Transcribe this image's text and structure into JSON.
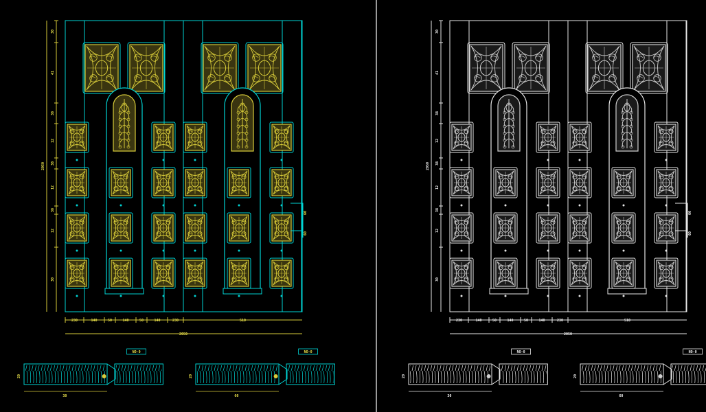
{
  "left_view": {
    "colors": {
      "outline": "#00d4d4",
      "carving": "#d8cc3a",
      "carving_fill": "#3a3510",
      "dimension": "#d8cc3a",
      "text": "#e8e04a"
    },
    "dimensions": {
      "vertical_segments": [
        "30",
        "41",
        "38",
        "12",
        "38",
        "12",
        "38",
        "12",
        "30"
      ],
      "overall_height": "2050",
      "horizontal_segments": [
        "230",
        "140",
        "50",
        "140",
        "50",
        "140",
        "230",
        "510"
      ],
      "overall_width": "2050",
      "side_marks": [
        "60",
        "60"
      ]
    },
    "section_tags": [
      "NO-0",
      "NO-0"
    ],
    "section_labels": [
      "20",
      "30",
      "20",
      "60"
    ]
  },
  "right_view": {
    "colors": {
      "outline": "#e8e8e8",
      "carving": "#d0d0d0",
      "carving_fill": "#1a1a1a",
      "dimension": "#e8e8e8",
      "text": "#f0f0f0"
    },
    "dimensions": {
      "vertical_segments": [
        "30",
        "41",
        "38",
        "12",
        "38",
        "12",
        "38",
        "12",
        "30"
      ],
      "overall_height": "2050",
      "horizontal_segments": [
        "230",
        "140",
        "50",
        "140",
        "50",
        "140",
        "230",
        "510"
      ],
      "overall_width": "2050",
      "side_marks": [
        "60",
        "60"
      ]
    },
    "section_tags": [
      "NO-0",
      "NO-0"
    ],
    "section_labels": [
      "20",
      "30",
      "20",
      "60"
    ]
  },
  "divider_color": "#9a9a9a"
}
